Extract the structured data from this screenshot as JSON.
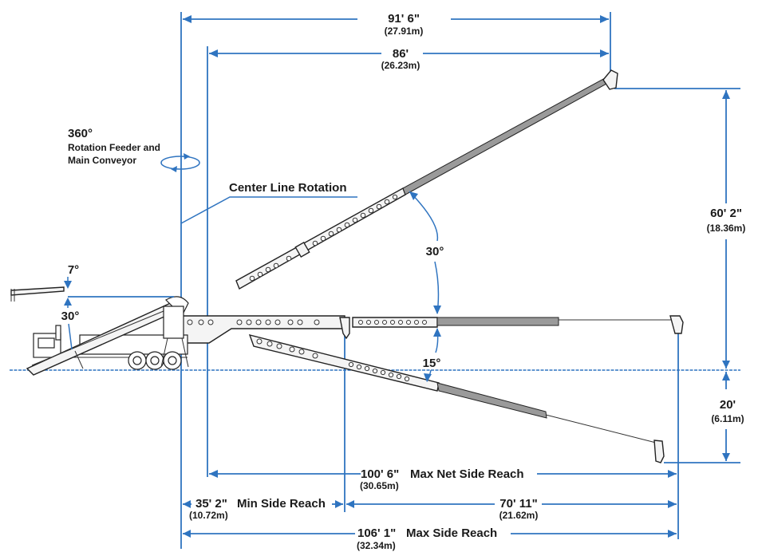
{
  "title": "Telescoping conveyor reach dimensions",
  "colors": {
    "dimension_line": "#2f74c0",
    "text": "#1a1a1a",
    "equipment": "#222222"
  },
  "rotation": {
    "degrees": "360°",
    "line1": "Rotation Feeder and",
    "line2": "Main Conveyor"
  },
  "center_line": {
    "label": "Center Line Rotation"
  },
  "feeder_angles": {
    "down": "7°",
    "up": "30°"
  },
  "boom_angles": {
    "up": "30°",
    "down": "15°"
  },
  "dimensions": {
    "top_overall": {
      "imperial": "91' 6\"",
      "metric": "(27.91m)"
    },
    "top_net": {
      "imperial": "86'",
      "metric": "(26.23m)"
    },
    "height_above": {
      "imperial": "60' 2\"",
      "metric": "(18.36m)"
    },
    "depth_below": {
      "imperial": "20'",
      "metric": "(6.11m)"
    },
    "max_net_side_reach": {
      "imperial": "100' 6\"",
      "metric": "(30.65m)",
      "label": "Max Net Side Reach"
    },
    "min_side_reach": {
      "imperial": "35' 2\"",
      "metric": "(10.72m)",
      "label": "Min Side Reach"
    },
    "telescope_extension": {
      "imperial": "70' 11\"",
      "metric": "(21.62m)"
    },
    "max_side_reach": {
      "imperial": "106' 1\"",
      "metric": "(32.34m)",
      "label": "Max Side Reach"
    }
  }
}
